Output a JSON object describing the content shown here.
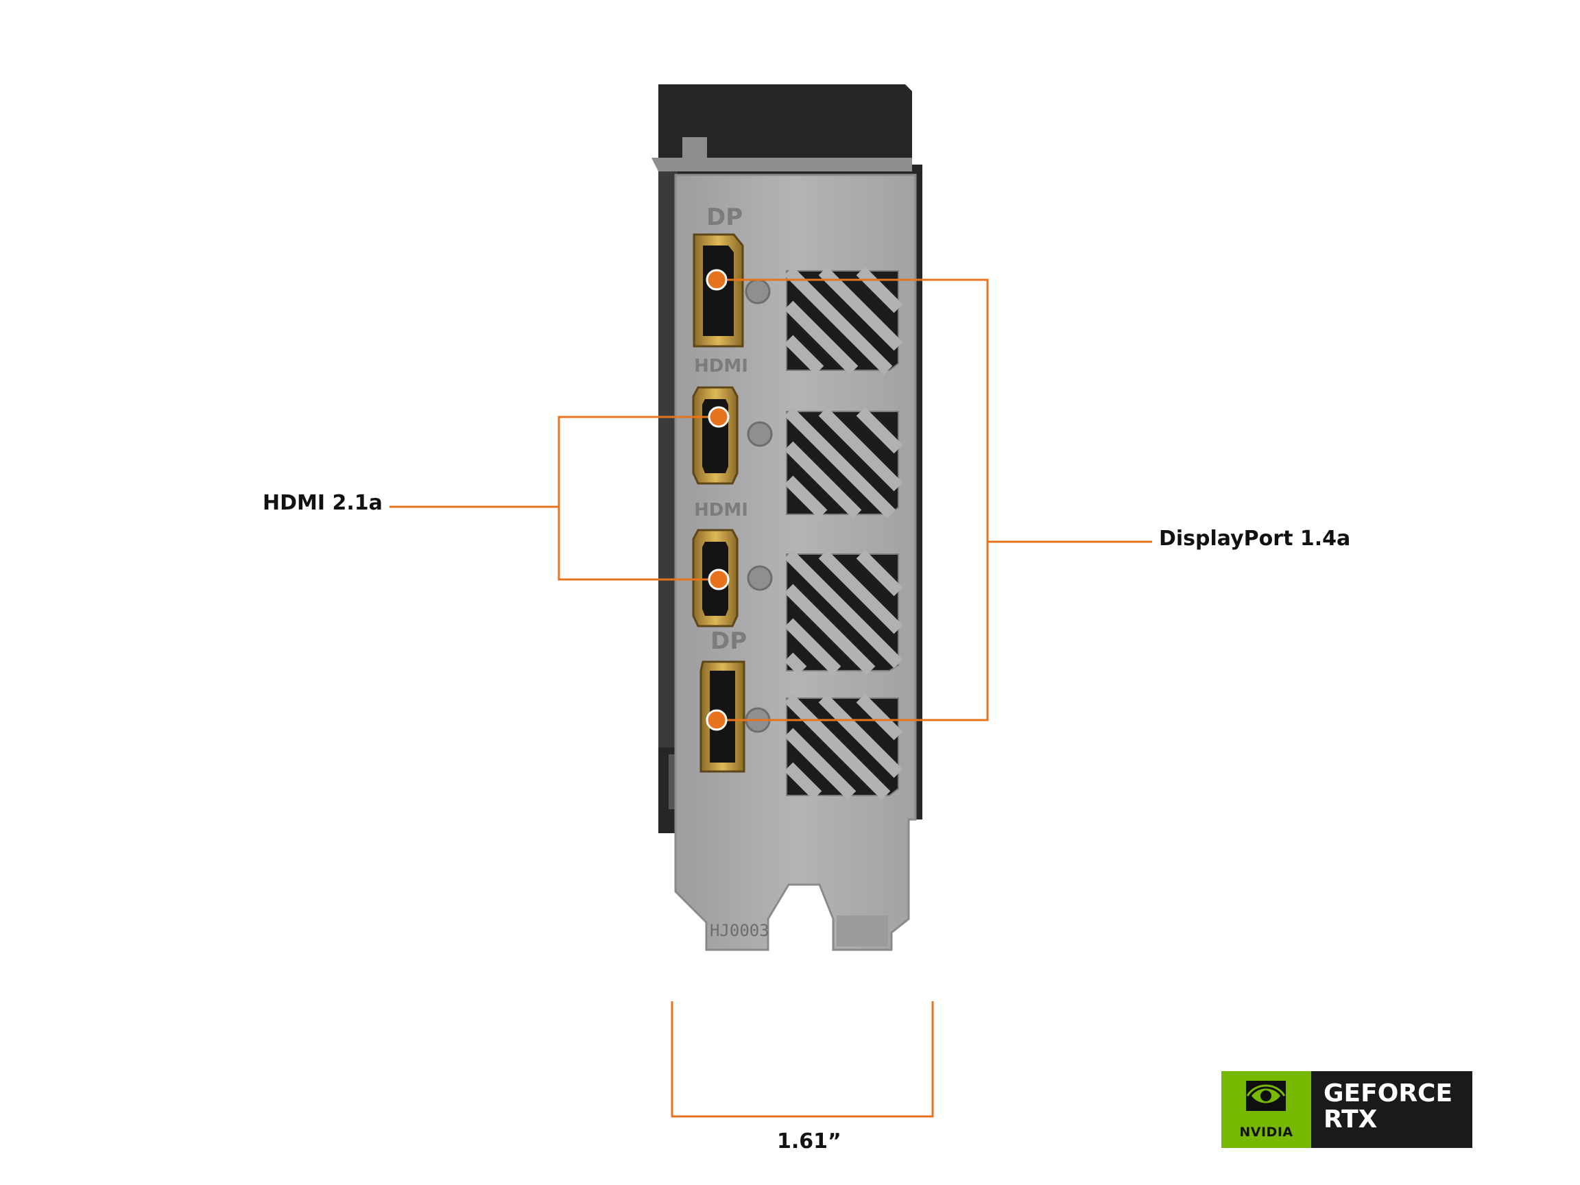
{
  "ports": {
    "top_dp_label": "DP",
    "hdmi1_label": "HDMI",
    "hdmi2_label": "HDMI",
    "bottom_dp_label": "DP"
  },
  "bracket_code": "HJ0003",
  "callouts": {
    "hdmi": "HDMI 2.1a",
    "displayport": "DisplayPort 1.4a",
    "width": "1.61”"
  },
  "badge": {
    "brand": "NVIDIA",
    "line1": "GEFORCE",
    "line2": "RTX"
  },
  "colors": {
    "callout": "#e8731f",
    "plate": "#a9a9ab",
    "shroud": "#232323",
    "connector_gold": "#c79a3c",
    "nvidia_green": "#76b900",
    "badge_dark": "#1a1a1a"
  }
}
